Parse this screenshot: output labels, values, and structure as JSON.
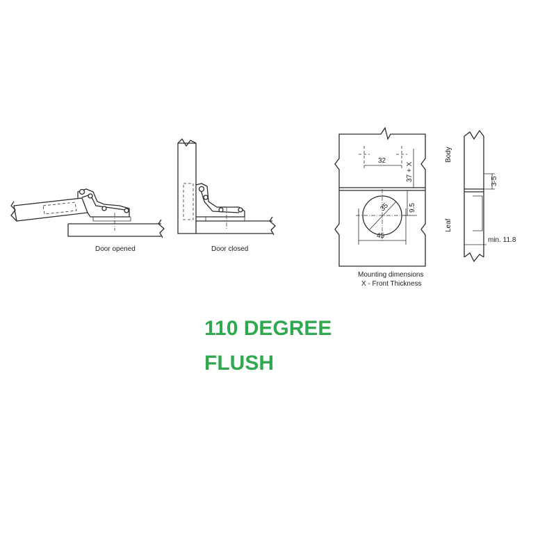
{
  "labels": {
    "door_opened": "Door opened",
    "door_closed": "Door closed",
    "body": "Body",
    "leaf": "Leaf",
    "mounting_title": "Mounting dimensions",
    "mounting_note": "X - Front Thickness"
  },
  "dimensions": {
    "spacing_32": "32",
    "offset_37x": "37 + X",
    "diameter_35": "35",
    "depth_9_5": "9.5",
    "width_45": "45",
    "gap_3_5": "3-5",
    "min_11_8": "min. 11.8"
  },
  "headline": {
    "line1": "110 DEGREE",
    "line2": "FLUSH",
    "color": "#2fa84f"
  },
  "colors": {
    "line": "#2b2b2b",
    "background": "#ffffff"
  }
}
